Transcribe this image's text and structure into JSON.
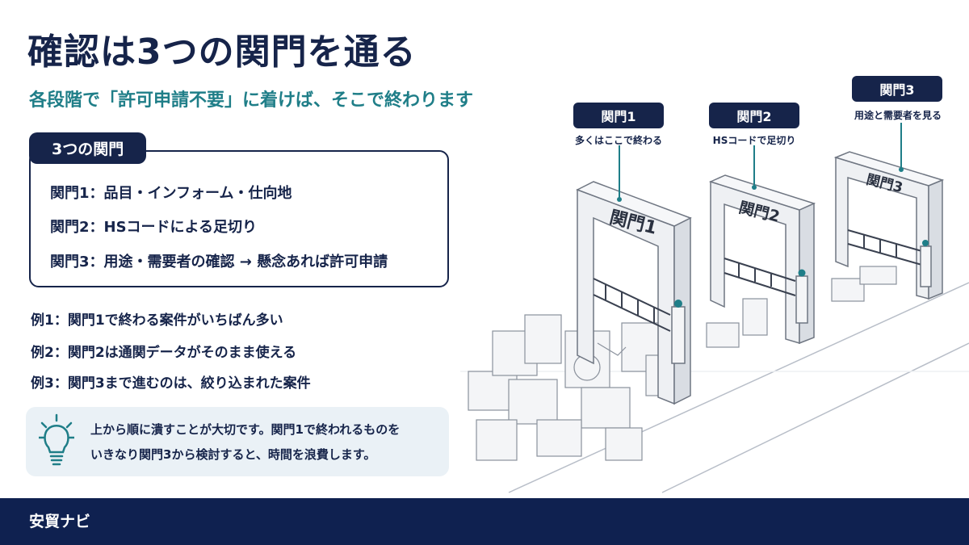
{
  "header": {
    "title": "確認は3つの関門を通る",
    "subtitle": "各段階で「許可申請不要」に着けば、そこで終わります"
  },
  "gates_box": {
    "tag": "3つの関門",
    "rows": [
      "関門1：品目・インフォーム・仕向地",
      "関門2：HSコードによる足切り",
      "関門3：用途・需要者の確認 → 懸念あれば許可申請"
    ]
  },
  "examples": [
    "例1：関門1で終わる案件がいちばん多い",
    "例2：関門2は通関データがそのまま使える",
    "例3：関門3まで進むのは、絞り込まれた案件"
  ],
  "tip": {
    "icon": "lightbulb-icon",
    "lines": [
      "上から順に潰すことが大切です。関門1で終われるものを",
      "いきなり関門3から検討すると、時間を浪費します。"
    ]
  },
  "illustration": {
    "gates": [
      {
        "label": "関門1",
        "desc": "多くはここで終わる",
        "sign": "関門1"
      },
      {
        "label": "関門2",
        "desc": "HSコードで足切り",
        "sign": "関門2"
      },
      {
        "label": "関門3",
        "desc": "用途と需要者を見る",
        "sign": "関門3"
      }
    ]
  },
  "footer": {
    "brand": "安貿ナビ"
  },
  "colors": {
    "navy": "#16244a",
    "teal": "#1f7e88",
    "footer": "#0f2150",
    "tip_bg": "#eaf1f6"
  }
}
